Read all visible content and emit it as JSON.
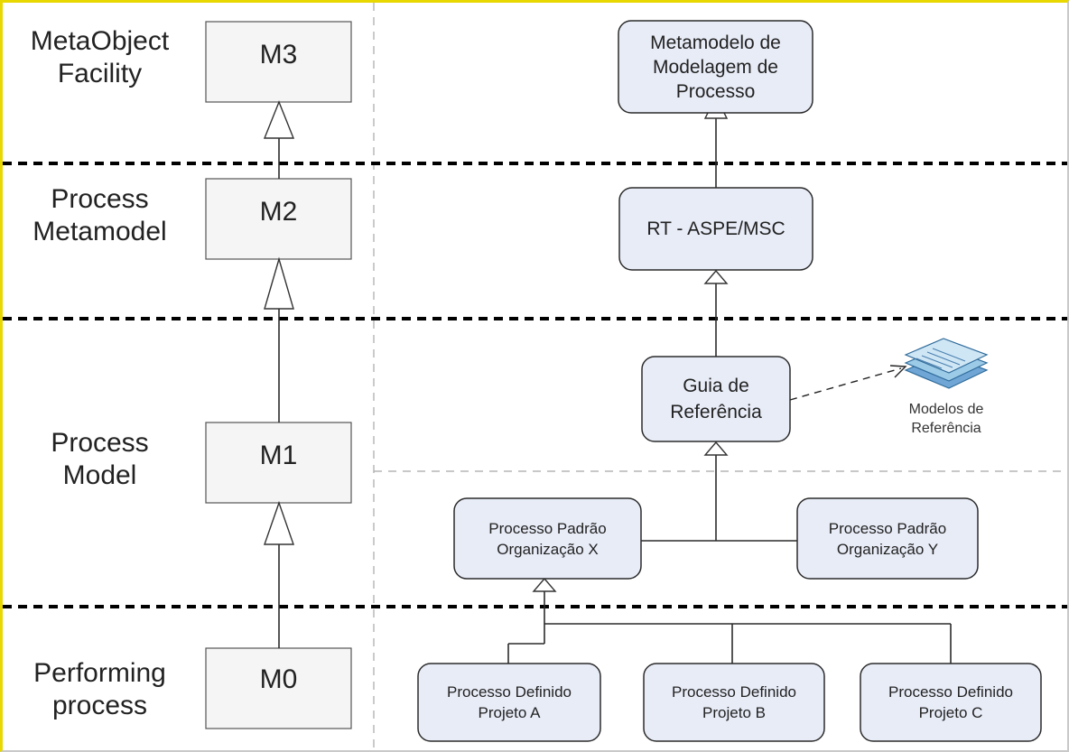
{
  "colors": {
    "node_fill": "#e8ecf7",
    "node_stroke": "#2b2b2b",
    "meta_fill": "#f5f5f5",
    "divider": "#000000",
    "separator": "#a8a8a8",
    "frame_accent": "#e8d800"
  },
  "levels": {
    "m3": "MetaObject\nFacility",
    "m2": "Process\nMetamodel",
    "m1": "Process\nModel",
    "m0": "Performing\nprocess"
  },
  "meta_boxes": {
    "m3": "M3",
    "m2": "M2",
    "m1": "M1",
    "m0": "M0"
  },
  "nodes": {
    "metamodelo": "Metamodelo de\nModelagem de\nProcesso",
    "rt": "RT - ASPE/MSC",
    "guia": "Guia de\nReferência",
    "org_x": "Processo Padrão\nOrganização X",
    "org_y": "Processo Padrão\nOrganização Y",
    "proj_a": "Processo Definido\nProjeto A",
    "proj_b": "Processo Definido\nProjeto B",
    "proj_c": "Processo Definido\nProjeto C"
  },
  "documents": {
    "icon": "document-stack-icon",
    "label": "Modelos de\nReferência"
  }
}
